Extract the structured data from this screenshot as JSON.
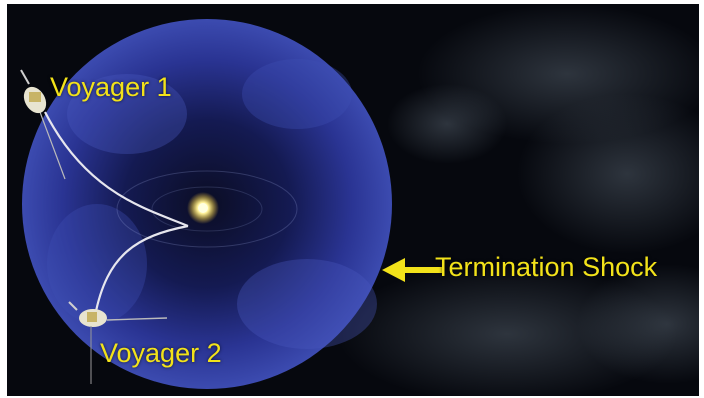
{
  "labels": {
    "voyager_1": "Voyager 1",
    "voyager_2": "Voyager 2",
    "termination_shock": "Termination Shock"
  },
  "colors": {
    "label_text": "#f2e21a",
    "heliosphere_blue": "#2f3b9c",
    "background": "#06080e",
    "sun": "#fff6b0"
  },
  "icons": {
    "arrow": "left-arrow-icon",
    "sun": "sun-icon",
    "spacecraft": "spacecraft-icon"
  }
}
